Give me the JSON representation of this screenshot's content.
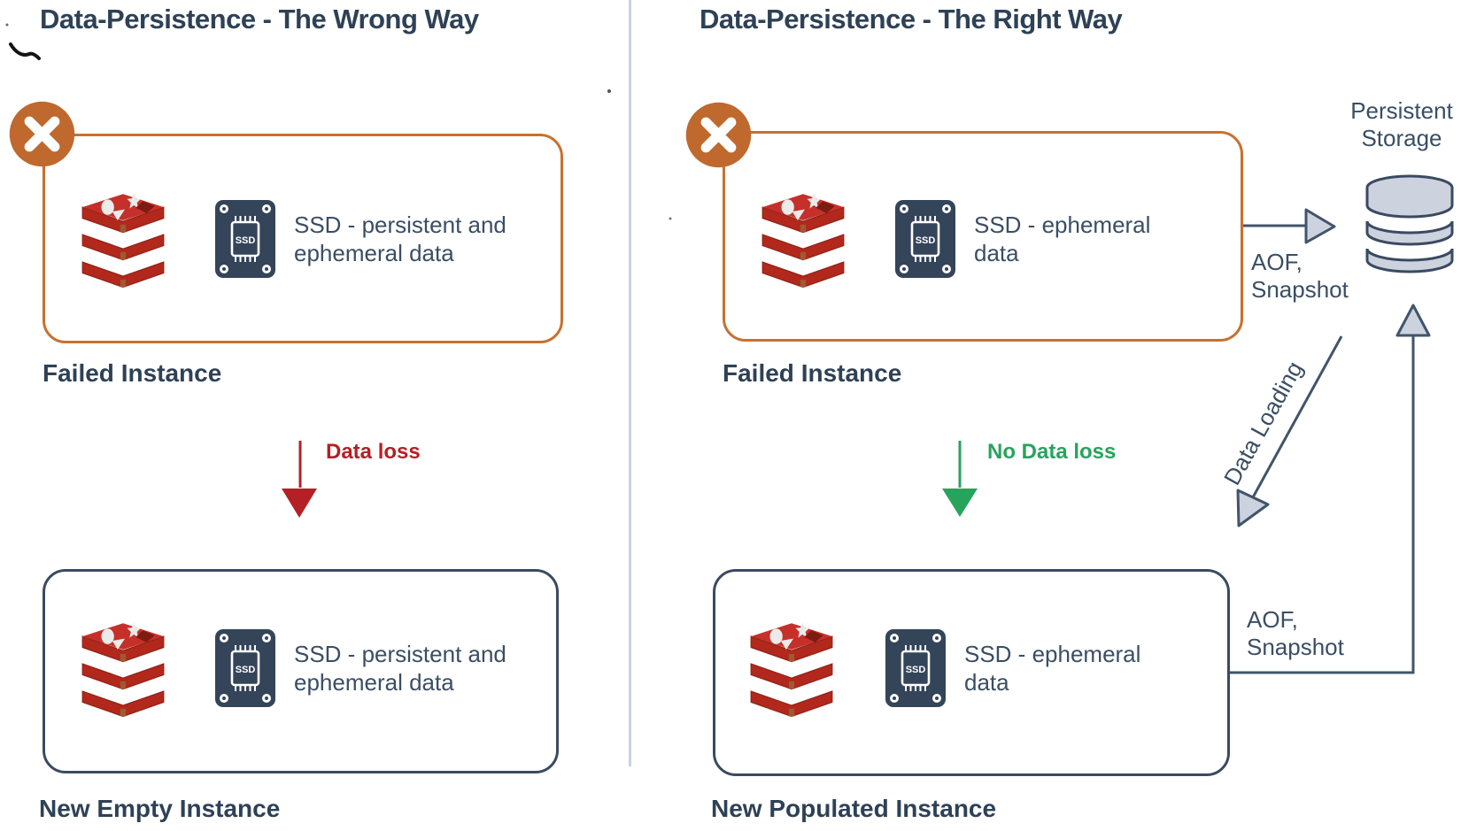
{
  "left_panel": {
    "title": "Data-Persistence - The Wrong Way",
    "failed_box": {
      "label": "Failed Instance",
      "content_line1": "SSD - persistent and",
      "content_line2": "ephemeral data"
    },
    "flow_arrow_label": "Data loss",
    "new_box": {
      "label": "New Empty Instance",
      "content_line1": "SSD - persistent and",
      "content_line2": "ephemeral data"
    }
  },
  "right_panel": {
    "title": "Data-Persistence - The Right Way",
    "failed_box": {
      "label": "Failed Instance",
      "content_line1": "SSD - ephemeral",
      "content_line2": "data"
    },
    "flow_arrow_label": "No Data loss",
    "new_box": {
      "label": "New Populated Instance",
      "content_line1": "SSD - ephemeral",
      "content_line2": "data"
    },
    "storage": {
      "label_line1": "Persistent",
      "label_line2": "Storage"
    },
    "aof_top": {
      "line1": "AOF,",
      "line2": "Snapshot"
    },
    "aof_bottom": {
      "line1": "AOF,",
      "line2": "Snapshot"
    },
    "data_loading_label": "Data Loading"
  },
  "icons": {
    "redis": "redis-logo",
    "ssd_chip": "ssd-chip-icon",
    "ssd_chip_text": "SSD",
    "fail_badge": "fail-x-icon",
    "storage": "database-cylinder-icon"
  },
  "colors": {
    "navy": "#2e4156",
    "orange_border": "#c8702e",
    "badge_orange": "#bf692e",
    "red": "#b42025",
    "green": "#28a35c",
    "gray_fill": "#ccd3de",
    "redis_red": "#c6302b",
    "divider": "#ccd0e2"
  }
}
